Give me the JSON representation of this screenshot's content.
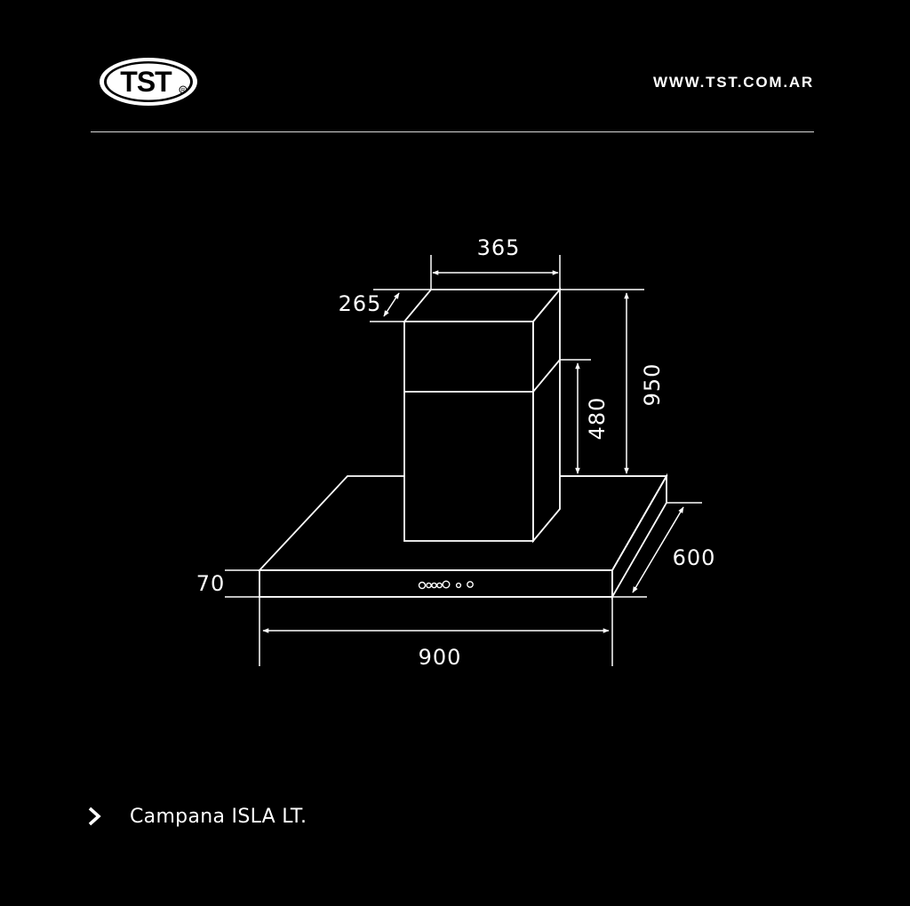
{
  "header": {
    "logo_text": "TST",
    "website": "WWW.TST.COM.AR"
  },
  "dimensions": {
    "chimney_width": "365",
    "chimney_depth": "265",
    "total_height": "950",
    "upper_section_height": "480",
    "depth": "600",
    "hood_thickness": "70",
    "hood_width": "900"
  },
  "product": {
    "name": "Campana ISLA LT."
  },
  "colors": {
    "background": "#000000",
    "lines": "#ffffff"
  },
  "icons": {
    "bullet": "chevron-right-icon"
  }
}
